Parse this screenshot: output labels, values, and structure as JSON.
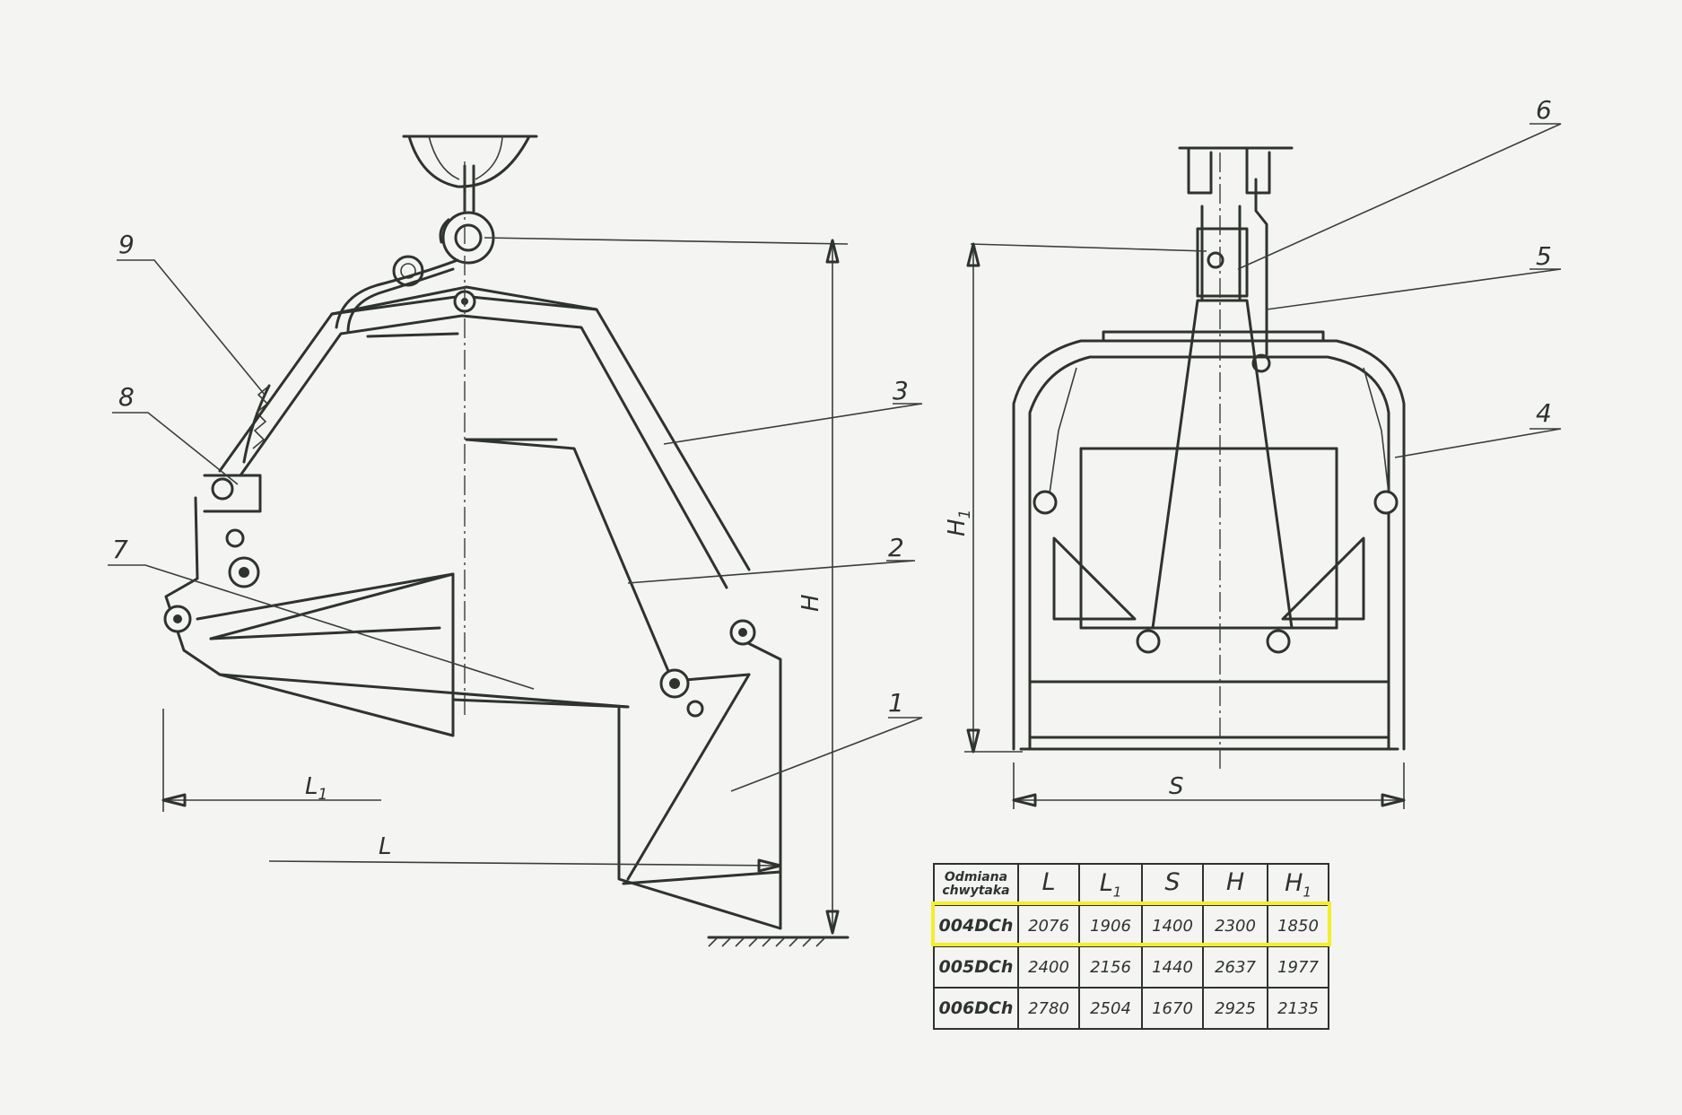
{
  "callouts": {
    "p1": "1",
    "p2": "2",
    "p3": "3",
    "p4": "4",
    "p5": "5",
    "p6": "6",
    "p7": "7",
    "p8": "8",
    "p9": "9"
  },
  "dimensions": {
    "L": "L",
    "L1": "L",
    "L1_sub": "1",
    "S": "S",
    "H": "H",
    "H1": "H",
    "H1_sub": "1"
  },
  "table": {
    "header_variant_line1": "Odmiana",
    "header_variant_line2": "chwytaka",
    "columns": [
      {
        "main": "L",
        "sub": ""
      },
      {
        "main": "L",
        "sub": "1"
      },
      {
        "main": "S",
        "sub": ""
      },
      {
        "main": "H",
        "sub": ""
      },
      {
        "main": "H",
        "sub": "1"
      }
    ],
    "rows": [
      {
        "variant": "004DCh",
        "values": [
          "2076",
          "1906",
          "1400",
          "2300",
          "1850"
        ],
        "highlighted": true
      },
      {
        "variant": "005DCh",
        "values": [
          "2400",
          "2156",
          "1440",
          "2637",
          "1977"
        ],
        "highlighted": false
      },
      {
        "variant": "006DCh",
        "values": [
          "2780",
          "2504",
          "1670",
          "2925",
          "2135"
        ],
        "highlighted": false
      }
    ]
  },
  "colors": {
    "ink": "#2e332e",
    "paper": "#f4f4f2",
    "highlight": "#f4ee2a"
  }
}
